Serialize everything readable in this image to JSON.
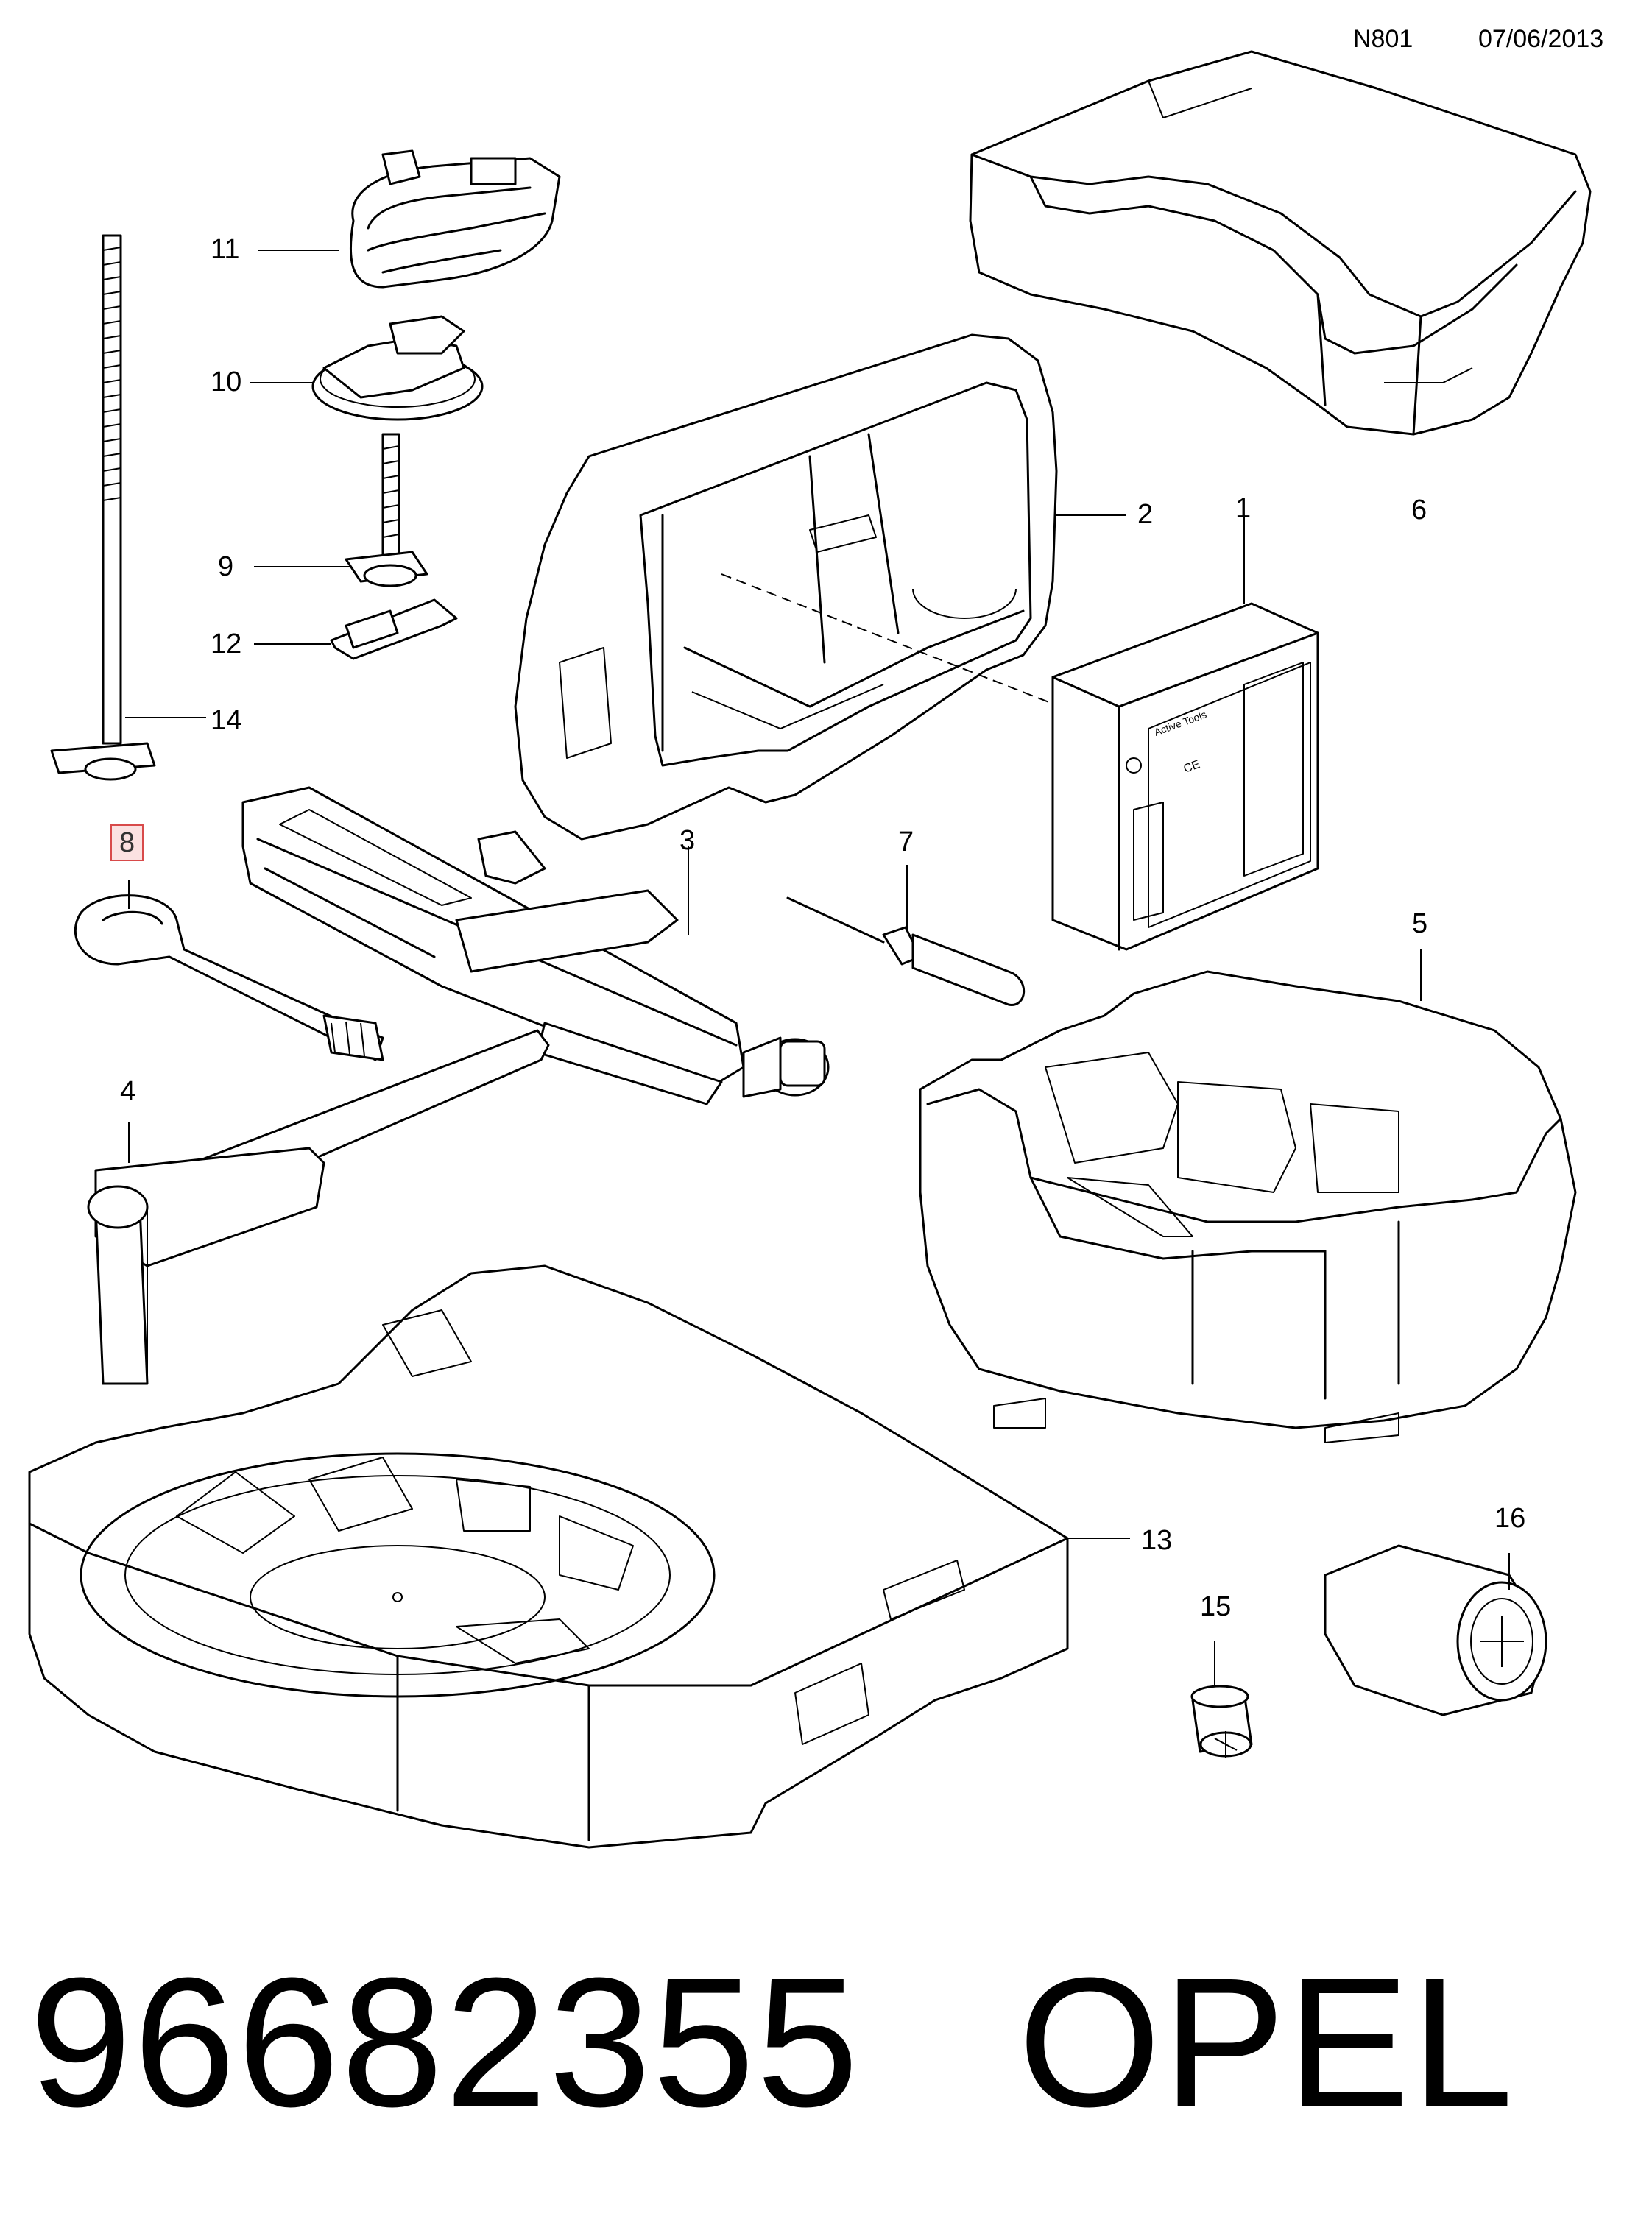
{
  "header": {
    "code": "N801",
    "date": "07/06/2013"
  },
  "callouts": [
    {
      "id": "1",
      "label": "1"
    },
    {
      "id": "2",
      "label": "2"
    },
    {
      "id": "3",
      "label": "3"
    },
    {
      "id": "4",
      "label": "4"
    },
    {
      "id": "5",
      "label": "5"
    },
    {
      "id": "6",
      "label": "6"
    },
    {
      "id": "7",
      "label": "7"
    },
    {
      "id": "8",
      "label": "8",
      "highlighted": true
    },
    {
      "id": "9",
      "label": "9"
    },
    {
      "id": "10",
      "label": "10"
    },
    {
      "id": "11",
      "label": "11"
    },
    {
      "id": "12",
      "label": "12"
    },
    {
      "id": "13",
      "label": "13"
    },
    {
      "id": "14",
      "label": "14"
    },
    {
      "id": "15",
      "label": "15"
    },
    {
      "id": "16",
      "label": "16"
    }
  ],
  "compressor_label": {
    "brand": "Active Tools",
    "mark": "CE"
  },
  "footer": {
    "part_number": "96682355",
    "brand": "OPEL"
  },
  "colors": {
    "line": "#000000",
    "highlight_border": "#d84a4a",
    "highlight_fill": "#fbe1e1"
  }
}
